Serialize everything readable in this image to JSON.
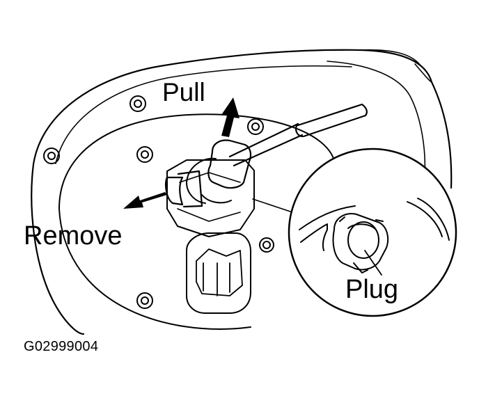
{
  "diagram": {
    "labels": {
      "pull": "Pull",
      "remove": "Remove",
      "plug": "Plug"
    },
    "figure_code": "G02999004"
  }
}
